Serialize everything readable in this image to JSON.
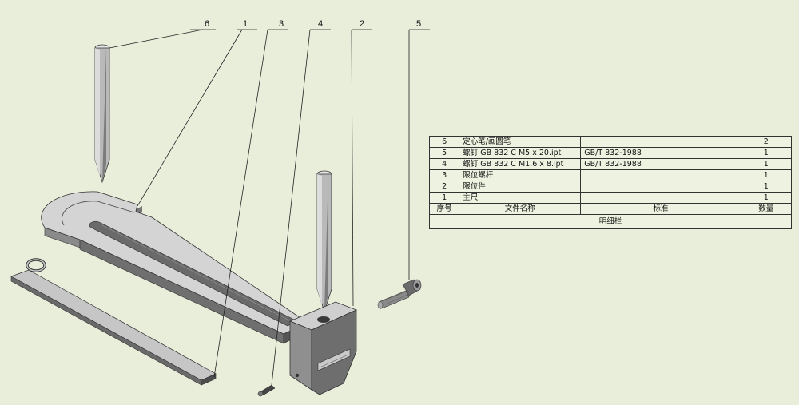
{
  "balloons": [
    "6",
    "1",
    "3",
    "4",
    "2",
    "5"
  ],
  "bom": {
    "rows": [
      {
        "no": "6",
        "name": "定心笔/画圆笔",
        "standard": "",
        "qty": "2"
      },
      {
        "no": "5",
        "name": "螺钉 GB 832 C M5 x 20.ipt",
        "standard": "GB/T 832-1988",
        "qty": "1"
      },
      {
        "no": "4",
        "name": "螺钉 GB 832 C M1.6 x 8.ipt",
        "standard": "GB/T 832-1988",
        "qty": "1"
      },
      {
        "no": "3",
        "name": "限位螺杆",
        "standard": "",
        "qty": "1"
      },
      {
        "no": "2",
        "name": "限位件",
        "standard": "",
        "qty": "1"
      },
      {
        "no": "1",
        "name": "主尺",
        "standard": "",
        "qty": "1"
      }
    ],
    "header": {
      "no": "序号",
      "name": "文件名称",
      "standard": "标准",
      "qty": "数量"
    },
    "title": "明细栏"
  },
  "colors": {
    "background": "#e9eedb",
    "part_light": "#d9d9d9",
    "part_mid": "#a8a8a8",
    "part_dark": "#555555"
  }
}
